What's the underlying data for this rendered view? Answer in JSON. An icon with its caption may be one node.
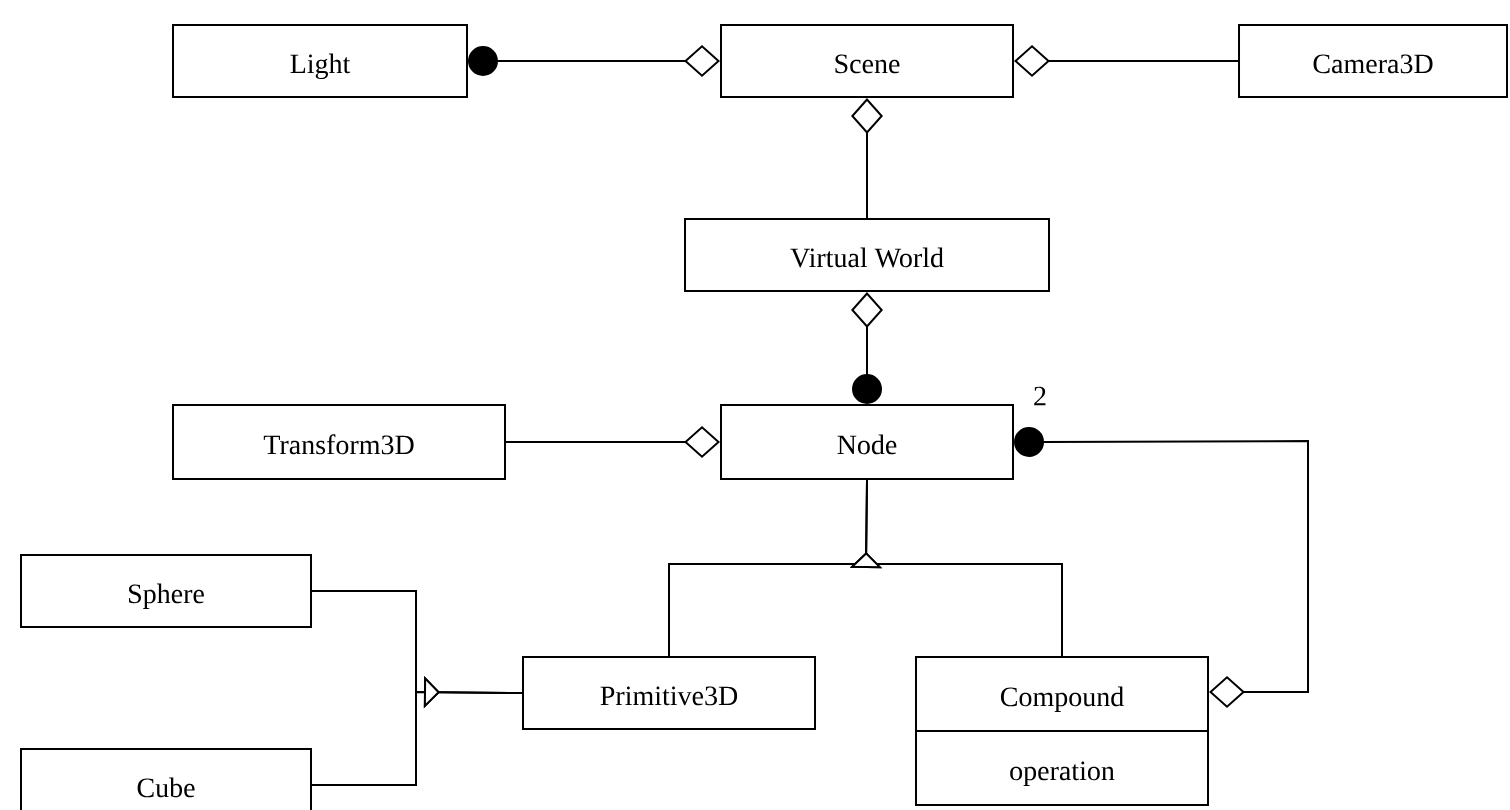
{
  "diagram": {
    "nodes": [
      {
        "text": [
          "Light"
        ]
      },
      {
        "text": [
          "Scene"
        ]
      },
      {
        "text": [
          "Camera3D"
        ]
      },
      {
        "text": [
          "Virtual World"
        ]
      },
      {
        "text": [
          "Transform3D"
        ]
      },
      {
        "text": [
          "Node"
        ]
      },
      {
        "text": [
          "Sphere"
        ]
      },
      {
        "text": [
          "Primitive3D"
        ]
      },
      {
        "text": [
          "Compound",
          "operation"
        ]
      },
      {
        "text": [
          "Cube"
        ]
      }
    ],
    "edges": [
      {
        "from": 0,
        "to": 1,
        "arrow": "other"
      },
      {
        "from": 2,
        "to": 1,
        "arrow": "other"
      },
      {
        "from": 3,
        "to": 1,
        "arrow": "other"
      },
      {
        "from": 5,
        "to": 3,
        "arrow": "other"
      },
      {
        "from": 4,
        "to": 5,
        "arrow": "other"
      },
      {
        "from": 5,
        "to": 8,
        "arrow": "other",
        "label": "2"
      },
      {
        "from": 7,
        "to": 5,
        "arrow": "to"
      },
      {
        "from": 8,
        "to": 5,
        "arrow": "to"
      },
      {
        "from": 6,
        "to": 7,
        "arrow": "to"
      },
      {
        "from": 9,
        "to": 7,
        "arrow": "to"
      }
    ]
  }
}
